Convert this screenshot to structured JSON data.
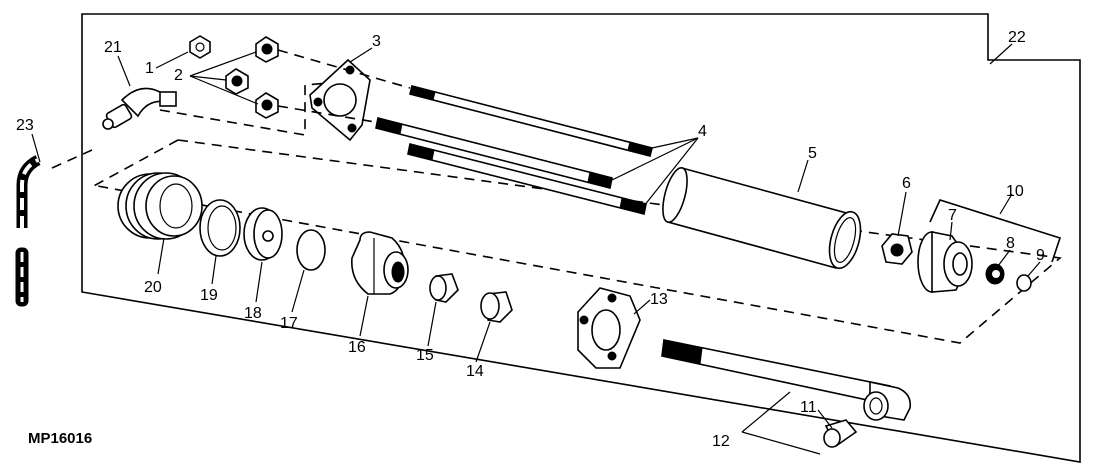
{
  "callouts": {
    "c1": "1",
    "c2": "2",
    "c3": "3",
    "c4": "4",
    "c5": "5",
    "c6": "6",
    "c7": "7",
    "c8": "8",
    "c9": "9",
    "c10": "10",
    "c11": "11",
    "c12": "12",
    "c13": "13",
    "c14": "14",
    "c15": "15",
    "c16": "16",
    "c17": "17",
    "c18": "18",
    "c19": "19",
    "c20": "20",
    "c21": "21",
    "c22": "22",
    "c23": "23"
  },
  "figure_code": "MP16016"
}
